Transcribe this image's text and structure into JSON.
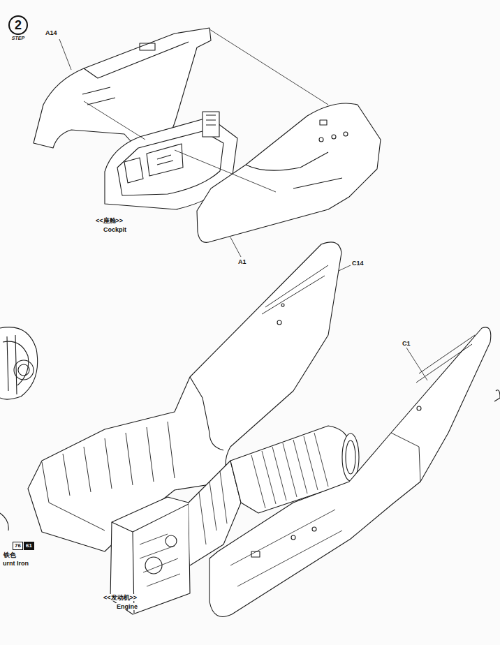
{
  "diagram": {
    "nodes": [
      {
        "text": [
          "2",
          "STEP"
        ]
      },
      {
        "text": [
          "76"
        ]
      },
      {
        "text": [
          "61"
        ]
      }
    ],
    "labels": [
      "A14",
      "<<座舱>>",
      "Cockpit",
      "A1",
      "C14",
      "C1",
      "铁色",
      "urnt Iron",
      "<<发动机>>",
      "Engine"
    ]
  }
}
